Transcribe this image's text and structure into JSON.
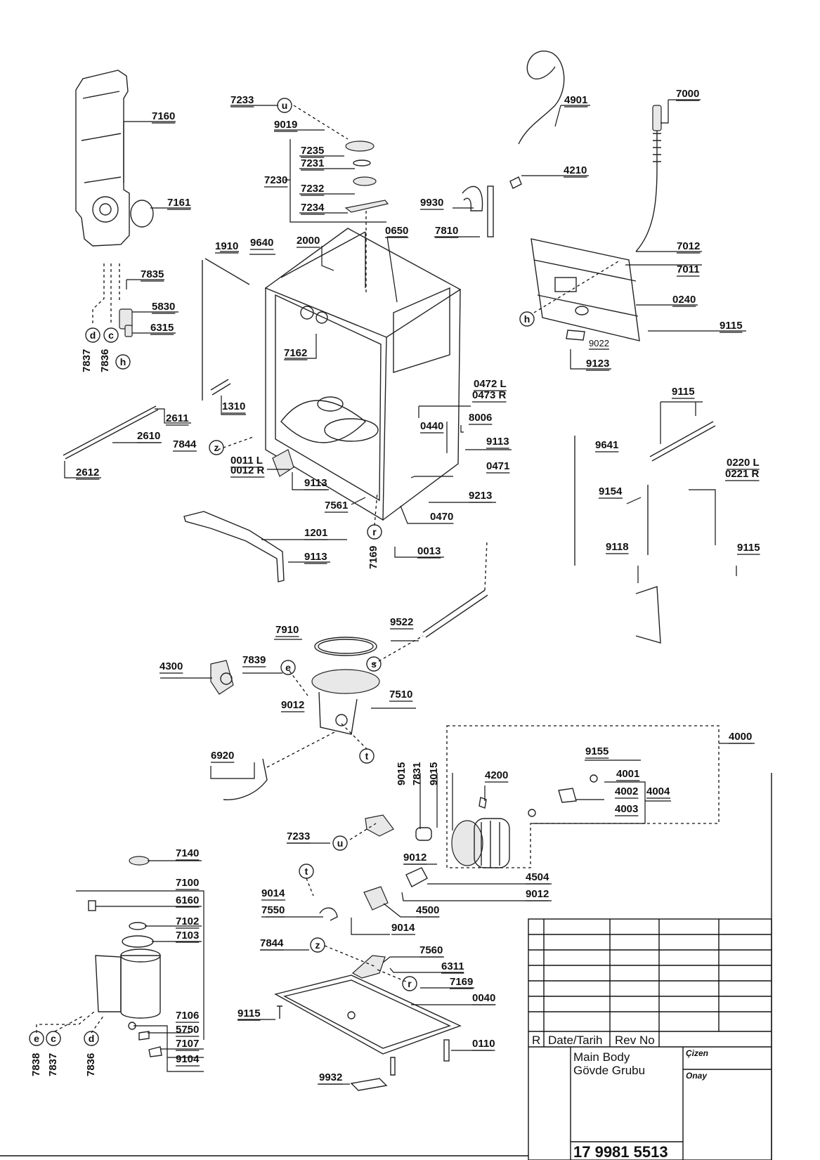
{
  "labels": {
    "p7160": "7160",
    "p7161": "7161",
    "p7835": "7835",
    "p5830": "5830",
    "p6315": "6315",
    "p7837a": "7837",
    "p7836a": "7836",
    "p7233a": "7233",
    "p9019": "9019",
    "p7235": "7235",
    "p7231": "7231",
    "p7230": "7230",
    "p7232": "7232",
    "p7234": "7234",
    "p4901": "4901",
    "p7000": "7000",
    "p4210": "4210",
    "p9930": "9930",
    "p7810": "7810",
    "p0650": "0650",
    "p2000": "2000",
    "p9640": "9640",
    "p1910": "1910",
    "p7012": "7012",
    "p7011": "7011",
    "p0240": "0240",
    "p9115a": "9115",
    "p9022": "9022",
    "p9123": "9123",
    "p7162": "7162",
    "p1310": "1310",
    "p2611": "2611",
    "p2610": "2610",
    "p2612": "2612",
    "p7844a": "7844",
    "p0011": "0011 L",
    "p0012": "0012 R",
    "p9113a": "9113",
    "p7561": "7561",
    "p1201": "1201",
    "p9113b": "9113",
    "p7169a": "7169",
    "p0013": "0013",
    "p0472": "0472 L",
    "p0473": "0473 R",
    "p0440": "0440",
    "p8006": "8006",
    "p9113c": "9113",
    "p0471": "0471",
    "p9213": "9213",
    "p0470": "0470",
    "p9115b": "9115",
    "p9641": "9641",
    "p0220": "0220 L",
    "p0221": "0221 R",
    "p9154": "9154",
    "p9118": "9118",
    "p9115c": "9115",
    "p7910": "7910",
    "p9522": "9522",
    "p4300": "4300",
    "p7839": "7839",
    "p9012a": "9012",
    "p7510": "7510",
    "p6920": "6920",
    "p4000": "4000",
    "p9155": "9155",
    "p4001": "4001",
    "p4002": "4002",
    "p4004": "4004",
    "p4003": "4003",
    "p4200": "4200",
    "p9015a": "9015",
    "p7831": "7831",
    "p9015b": "9015",
    "p7233b": "7233",
    "p9012b": "9012",
    "p4504": "4504",
    "p9012c": "9012",
    "p4500": "4500",
    "p9014a": "9014",
    "p7550": "7550",
    "p9014b": "9014",
    "p7140": "7140",
    "p7100": "7100",
    "p6160": "6160",
    "p7102": "7102",
    "p7103": "7103",
    "p7106": "7106",
    "p5750": "5750",
    "p7107": "7107",
    "p9104": "9104",
    "p7838": "7838",
    "p7837b": "7837",
    "p7836b": "7836",
    "p7844b": "7844",
    "p7560": "7560",
    "p6311": "6311",
    "p7169b": "7169",
    "p0040": "0040",
    "p9115d": "9115",
    "p0110": "0110",
    "p9932": "9932"
  },
  "callouts": {
    "u1": "u",
    "h1": "h",
    "d1": "d",
    "c1": "c",
    "h2": "h",
    "z1": "z",
    "r1": "r",
    "e1": "e",
    "s1": "s",
    "t1": "t",
    "u2": "u",
    "t2": "t",
    "z2": "z",
    "r2": "r",
    "e2": "e",
    "c2": "c",
    "d2": "d"
  },
  "title_block": {
    "r_col": "R",
    "date_header": "Date/Tarih",
    "rev_header": "Rev No",
    "title_en": "Main Body",
    "title_tr": "Gövde Grubu",
    "drawn_label": "Çizen",
    "approved_label": "Onay",
    "drawing_number": "17 9981 5513"
  }
}
